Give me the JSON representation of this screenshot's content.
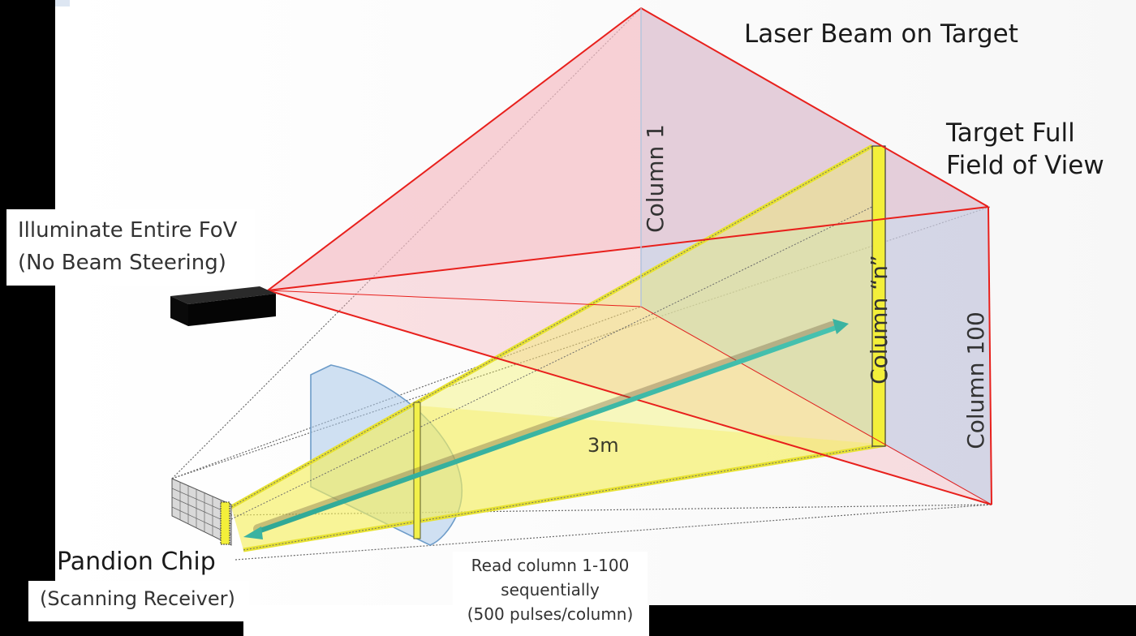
{
  "labels": {
    "laser_beam_on_target": "Laser Beam on Target",
    "target_full_fov": "Target Full\nField of View",
    "illuminate": "Illuminate Entire FoV\n(No Beam Steering)",
    "column_1": "Column 1",
    "column_n": "Column “n”",
    "column_100": "Column 100",
    "distance": "3m",
    "pandion_chip": "Pandion Chip",
    "scanning_receiver": "(Scanning Receiver)",
    "read_columns": "Read column 1-100\nsequentially\n(500 pulses/column)"
  },
  "colors": {
    "background": "#000000",
    "panel": "#ffffff",
    "laser_red": "#e8201c",
    "laser_fill": "#f5b8bf",
    "fov_fill": "#c9cbe0",
    "scan_yellow": "#f2f04a",
    "receiver_blue": "#a8c8e8",
    "arrow_teal": "#3bb3a1",
    "dashed_gray": "#666666"
  }
}
